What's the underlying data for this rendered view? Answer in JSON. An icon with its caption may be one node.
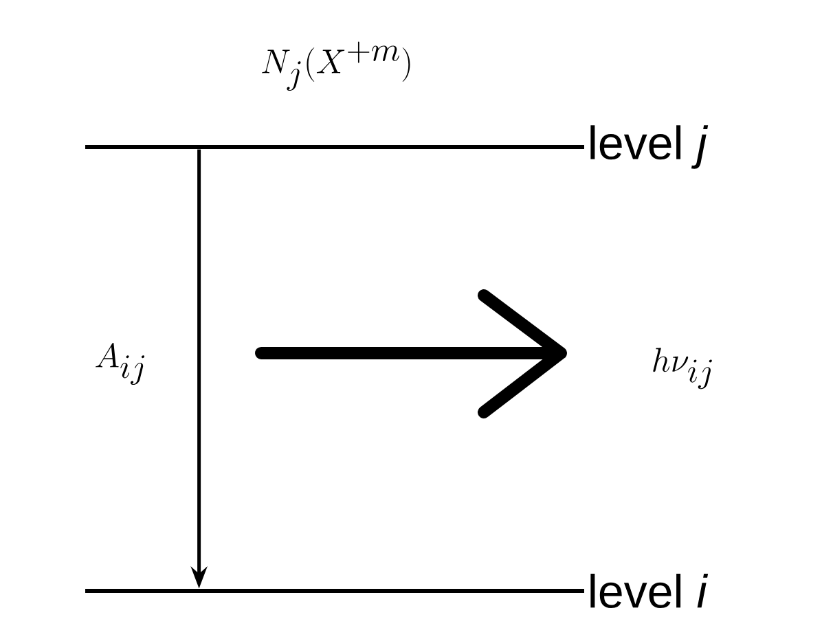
{
  "diagram": {
    "nodes": [
      {
        "text": [],
        "shape": "bar",
        "beside": [
          "level *j*"
        ]
      },
      {
        "text": [],
        "shape": "bar",
        "beside": [
          "level *i*"
        ]
      }
    ],
    "edges": [
      {
        "from": 0,
        "to": 1,
        "arrow": "to",
        "label": "A_{ij}"
      }
    ],
    "labels": [
      "N_j(X^{+m})",
      "h\\nu_{ij}"
    ]
  }
}
